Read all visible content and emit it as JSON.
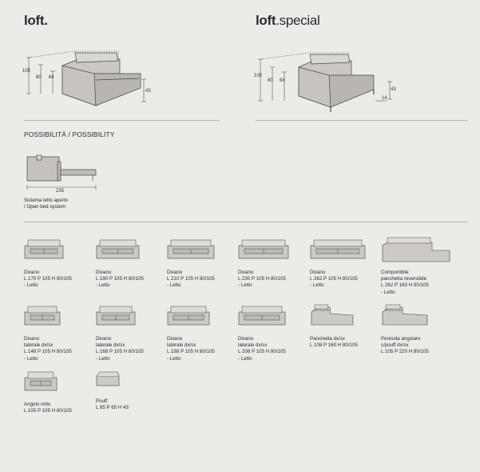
{
  "header": {
    "left_brand": "loft",
    "left_suffix": ".",
    "right_brand": "loft",
    "right_suffix": ".special"
  },
  "dims": {
    "h105": "105",
    "h80": "80",
    "h64": "64",
    "h43": "43",
    "h14": "14",
    "len235": "235"
  },
  "possibility": {
    "title": "POSSIBILITÀ / POSSIBILITY",
    "caption_it": "Sistema letto aperto",
    "caption_en": "/ Open bed system"
  },
  "models": [
    {
      "name": "Divano",
      "spec": "L 170 P 105 H 80/105",
      "note": "- Letto"
    },
    {
      "name": "Divano",
      "spec": "L 190 P 105 H 80/105",
      "note": "- Letto"
    },
    {
      "name": "Divano",
      "spec": "L 210 P 105 H 80/105",
      "note": "- Letto"
    },
    {
      "name": "Divano",
      "spec": "L 230 P 105 H 80/105",
      "note": "- Letto"
    },
    {
      "name": "Divano",
      "spec": "L 262 P 105 H 80/105",
      "note": "- Letto"
    },
    {
      "name": "Componibile",
      "name2": "panchetta reversibile",
      "spec": "L 262 P 160 H 80/105",
      "note": "- Letto"
    },
    {
      "name": "Divano",
      "name2": "laterale dx/sx",
      "spec": "L 148 P 105 H 80/105",
      "note": "- Letto"
    },
    {
      "name": "Divano",
      "name2": "laterale dx/sx",
      "spec": "L 168 P 105 H 80/105",
      "note": "- Letto"
    },
    {
      "name": "Divano",
      "name2": "laterale dx/sx",
      "spec": "L 188 P 105 H 80/105",
      "note": "- Letto"
    },
    {
      "name": "Divano",
      "name2": "laterale dx/sx",
      "spec": "L 208 P 105 H 80/105",
      "note": "- Letto"
    },
    {
      "name": "Panchetta dx/sx",
      "spec": "L 108 P 160 H 80/105"
    },
    {
      "name": "Penisola angolare",
      "name2": "c/pouff dx/sx",
      "spec": "L 105 P 220 H 80/105"
    },
    {
      "name": "Angolo retto",
      "spec": "L 105 P 105 H 80/105"
    },
    {
      "name": "Pouff",
      "spec": "L 85 P 65 H 43"
    }
  ]
}
